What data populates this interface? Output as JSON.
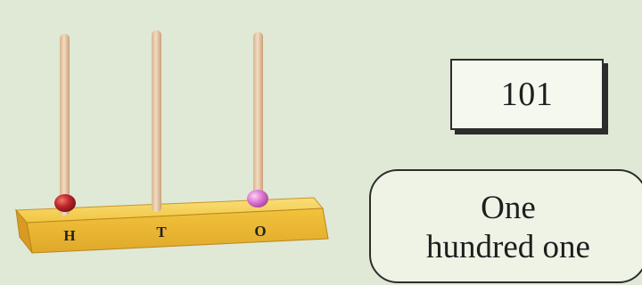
{
  "abacus": {
    "rods": [
      {
        "label": "H",
        "beads": 1,
        "bead_color": "#c0262c"
      },
      {
        "label": "T",
        "beads": 0,
        "bead_color": ""
      },
      {
        "label": "O",
        "beads": 1,
        "bead_color": "#e07ad6"
      }
    ],
    "base_color": "#f3c94a",
    "rod_color": "#e8c9a6"
  },
  "number_box": {
    "value": "101"
  },
  "words_box": {
    "line1": "One",
    "line2": "hundred one"
  }
}
